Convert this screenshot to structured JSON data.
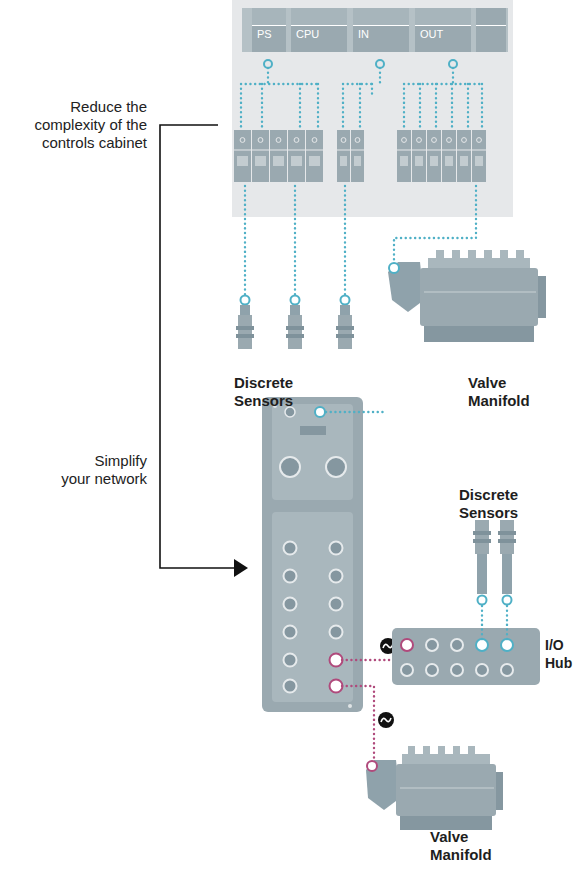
{
  "diagram": {
    "nodes": [
      {
        "text": [
          "PS"
        ]
      },
      {
        "text": [
          "CPU"
        ]
      },
      {
        "text": [
          "IN"
        ]
      },
      {
        "text": [
          "OUT"
        ]
      }
    ],
    "labels": [
      "Reduce the complexity of the controls cabinet",
      "Discrete Sensors",
      "Valve Manifold",
      "Simplify your network",
      "Discrete Sensors",
      "I/O Hub",
      "Valve Manifold"
    ]
  }
}
